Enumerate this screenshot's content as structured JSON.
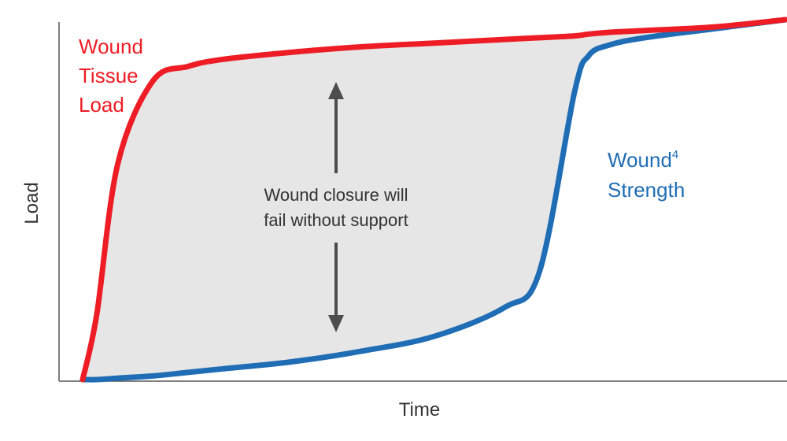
{
  "chart_data": {
    "type": "area",
    "xlabel": "Time",
    "ylabel": "Load",
    "grid": false,
    "x": [
      0,
      0.02,
      0.05,
      0.1,
      0.15,
      0.2,
      0.3,
      0.4,
      0.5,
      0.6,
      0.65,
      0.7,
      0.72,
      0.75,
      0.8,
      0.9,
      1.0
    ],
    "series": [
      {
        "name": "Wound Tissue Load",
        "name_lines": [
          "Wound",
          "Tissue",
          "Load"
        ],
        "color": "#ee1c25",
        "values": [
          0.0,
          0.18,
          0.6,
          0.83,
          0.87,
          0.89,
          0.91,
          0.925,
          0.935,
          0.945,
          0.95,
          0.955,
          0.96,
          0.965,
          0.97,
          0.98,
          1.0
        ]
      },
      {
        "name": "Wound Strength",
        "name_lines": [
          "Wound",
          "Strength"
        ],
        "superscript": "4",
        "color": "#1f6db5",
        "values": [
          0.0,
          0.0,
          0.004,
          0.01,
          0.02,
          0.03,
          0.05,
          0.08,
          0.12,
          0.2,
          0.3,
          0.8,
          0.9,
          0.93,
          0.95,
          0.975,
          1.0
        ]
      }
    ],
    "fill_between": {
      "color": "#e6e6e6"
    },
    "annotation": {
      "lines": [
        "Wound closure will",
        "fail without support"
      ],
      "arrow_color": "#4d4d4d"
    }
  }
}
